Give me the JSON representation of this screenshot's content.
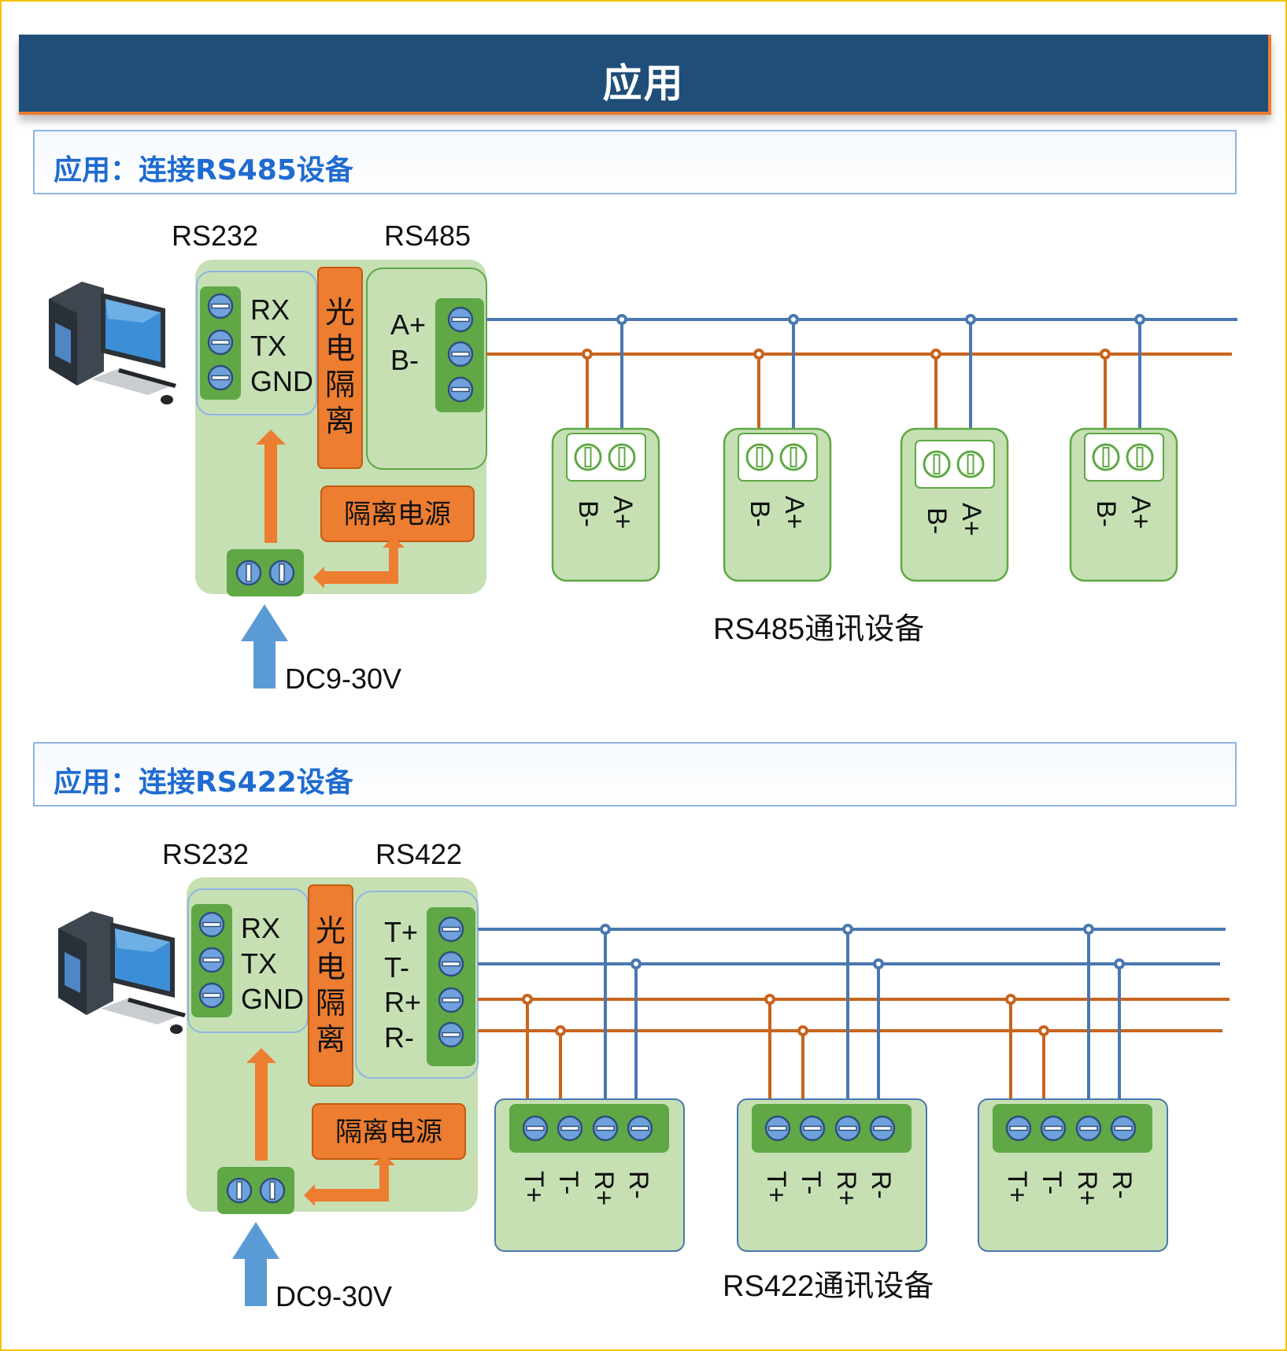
{
  "header": {
    "title": "应用"
  },
  "section1": {
    "title": "应用：连接RS485设备",
    "left_port": "RS232",
    "right_port": "RS485",
    "rs232_pins": [
      "RX",
      "TX",
      "GND"
    ],
    "isolation_label": [
      "光",
      "电",
      "隔",
      "离"
    ],
    "rs485_pins": [
      "A+",
      "B-"
    ],
    "power_module": "隔离电源",
    "power_input": "DC9-30V",
    "device_pins": [
      "B-",
      "A+"
    ],
    "devices_caption": "RS485通讯设备"
  },
  "section2": {
    "title": "应用：连接RS422设备",
    "left_port": "RS232",
    "right_port": "RS422",
    "rs232_pins": [
      "RX",
      "TX",
      "GND"
    ],
    "isolation_label": [
      "光",
      "电",
      "隔",
      "离"
    ],
    "rs422_pins": [
      "T+",
      "T-",
      "R+",
      "R-"
    ],
    "power_module": "隔离电源",
    "power_input": "DC9-30V",
    "device_pins": [
      "T+",
      "T-",
      "R+",
      "R-"
    ],
    "devices_caption": "RS422通讯设备"
  },
  "colors": {
    "banner": "#1f4e79",
    "accent_orange": "#ed7d31",
    "bus_blue": "#4a78b0",
    "bus_orange": "#c8641e",
    "module_green": "#c6e0b4",
    "terminal_green": "#5fa845",
    "screw_blue": "#6fa2dc",
    "section_title": "#1f6bd1"
  }
}
